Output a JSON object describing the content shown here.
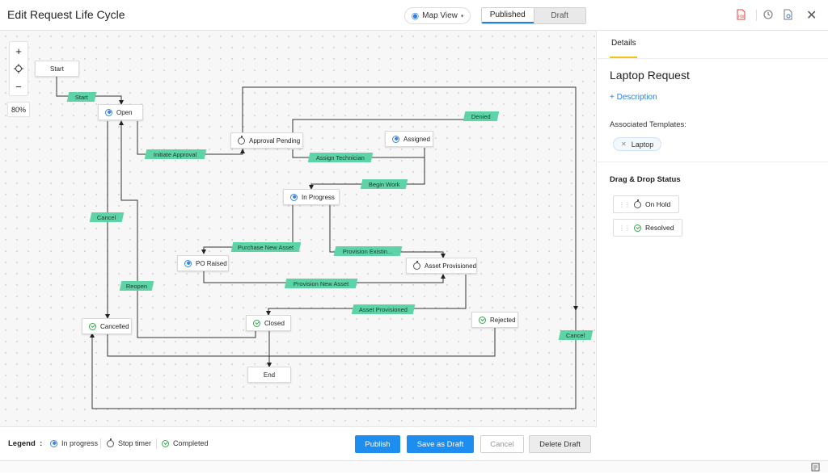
{
  "header": {
    "title": "Edit Request Life Cycle",
    "view_label": "Map View",
    "tabs": [
      "Published",
      "Draft"
    ],
    "icons": [
      "pdf-icon",
      "history-icon",
      "document-search-icon",
      "close-icon"
    ]
  },
  "canvas": {
    "zoom_in": "+",
    "zoom_out": "−",
    "zoom_level": "80%"
  },
  "nodes": {
    "start": "Start",
    "open": "Open",
    "approval_pending": "Approval Pending",
    "assigned": "Assigned",
    "in_progress": "In Progress",
    "po_raised": "PO Raised",
    "asset_provisioned": "Asset Provisioned",
    "cancelled": "Cancelled",
    "closed": "Closed",
    "rejected": "Rejected",
    "end": "End"
  },
  "transitions": {
    "start": "Start",
    "initiate_approval": "Initiate Approval",
    "denied": "Denied",
    "assign_technician": "Assign Technician",
    "begin_work": "Begin Work",
    "cancel_left": "Cancel",
    "purchase_new_asset": "Purchase New Asset",
    "provision_existing": "Provision Existin...",
    "provision_new_asset": "Provision New Asset",
    "reopen": "Reopen",
    "asset_provisioned": "Asset Provisioned",
    "cancel_right": "Cancel"
  },
  "panel": {
    "tab": "Details",
    "title": "Laptop Request",
    "description_link": "+ Description",
    "templates_label": "Associated Templates:",
    "template_tag": "Laptop",
    "dnd_label": "Drag & Drop Status",
    "statuses": [
      "On Hold",
      "Resolved"
    ]
  },
  "footer": {
    "legend_title": "Legend",
    "legend_colon": ":",
    "legend": [
      "In progress",
      "Stop timer",
      "Completed"
    ],
    "publish": "Publish",
    "save_draft": "Save as Draft",
    "cancel": "Cancel",
    "delete_draft": "Delete Draft"
  },
  "colors": {
    "accent": "#1d8ef0",
    "transition_label": "#5ed3a8",
    "tab_underline": "#f0c419"
  }
}
